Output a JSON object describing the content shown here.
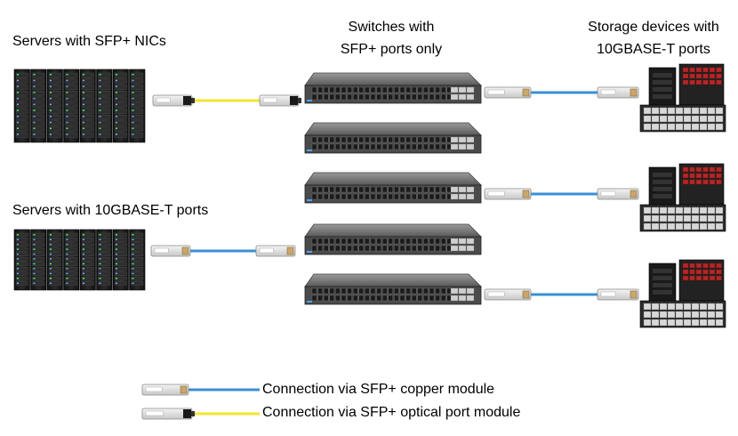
{
  "labels": {
    "servers_sfp": "Servers with SFP+ NICs",
    "servers_10gbase": "Servers with 10GBASE-T ports",
    "switches_line1": "Switches with",
    "switches_line2": "SFP+ ports only",
    "storage_line1": "Storage devices with",
    "storage_line2": "10GBASE-T ports"
  },
  "legend": {
    "copper": "Connection via SFP+ copper module",
    "optical": "Connection via SFP+ optical port module"
  },
  "colors": {
    "copper_cable": "#3a8fd6",
    "optical_cable": "#f2e52e",
    "switch_body": "#4a4a4a",
    "rack_body": "#1c1c1c"
  }
}
